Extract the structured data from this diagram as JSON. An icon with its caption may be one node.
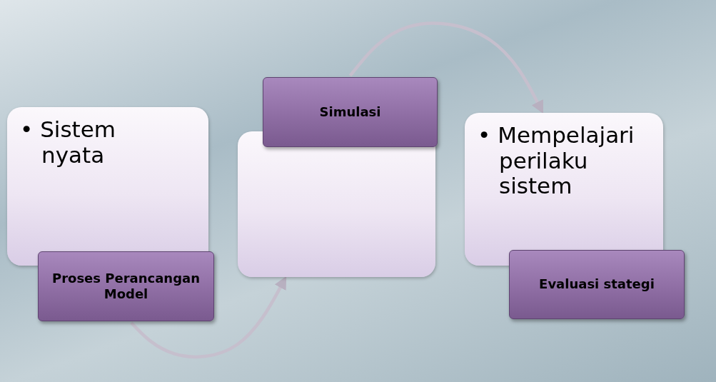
{
  "diagram": {
    "nodes": [
      {
        "text": [
          "• Sistem nyata"
        ]
      },
      {
        "text": [
          "Proses Perancangan Model"
        ]
      },
      {
        "text": [],
        "shape": "box"
      },
      {
        "text": [
          "Simulasi"
        ]
      },
      {
        "text": [
          "• Mempelajari perilaku sistem"
        ]
      },
      {
        "text": [
          "Evaluasi stategi"
        ]
      }
    ],
    "edges": [
      {
        "from": 1,
        "to": 2,
        "arrow": "to"
      },
      {
        "from": 3,
        "to": 4,
        "arrow": "to"
      }
    ]
  }
}
